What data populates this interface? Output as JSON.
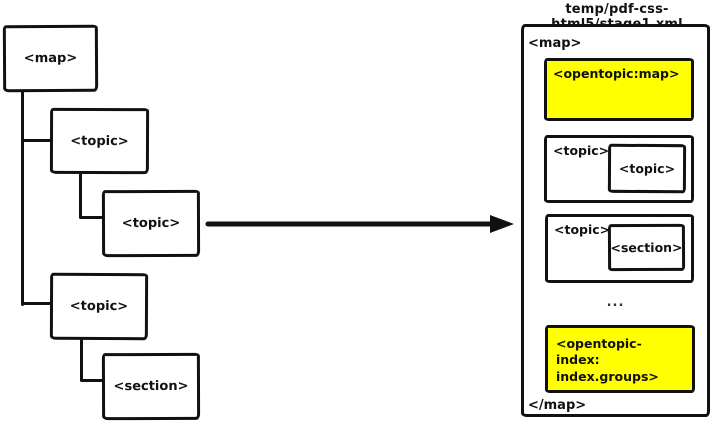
{
  "colors": {
    "highlight": "#ffff00",
    "stroke": "#111111",
    "background": "#ffffff"
  },
  "tree": {
    "nodes": [
      {
        "label": "<map>"
      },
      {
        "label": "<topic>"
      },
      {
        "label": "<topic>"
      },
      {
        "label": "<topic>"
      },
      {
        "label": "<section>"
      }
    ]
  },
  "arrow": {
    "icon": "arrow-right-icon"
  },
  "panel": {
    "title": "temp/pdf-css-html5/stage1.xml",
    "open_tag": "<map>",
    "close_tag": "</map>",
    "ellipsis": "...",
    "blocks": [
      {
        "type": "highlight",
        "label": "<opentopic:map>"
      },
      {
        "type": "container",
        "label": "<topic>",
        "child": "<topic>"
      },
      {
        "type": "container",
        "label": "<topic>",
        "child": "<section>"
      },
      {
        "type": "highlight",
        "label": "<opentopic-index:\nindex.groups>"
      }
    ]
  }
}
